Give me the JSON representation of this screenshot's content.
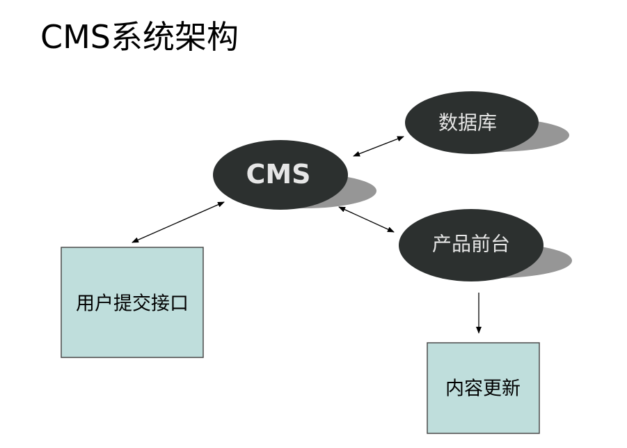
{
  "slide": {
    "title": "CMS系统架构"
  },
  "nodes": {
    "cms": {
      "label": "CMS"
    },
    "database": {
      "label": "数据库"
    },
    "frontend": {
      "label": "产品前台"
    },
    "user_submit": {
      "label": "用户提交接口"
    },
    "content_update": {
      "label": "内容更新"
    }
  },
  "colors": {
    "ellipse_fill": "#2c302f",
    "ellipse_shadow": "#969696",
    "ellipse_text": "#e6e6e6",
    "box_fill": "#bfdedc",
    "box_border": "#4a4a4a",
    "arrow": "#000000"
  }
}
